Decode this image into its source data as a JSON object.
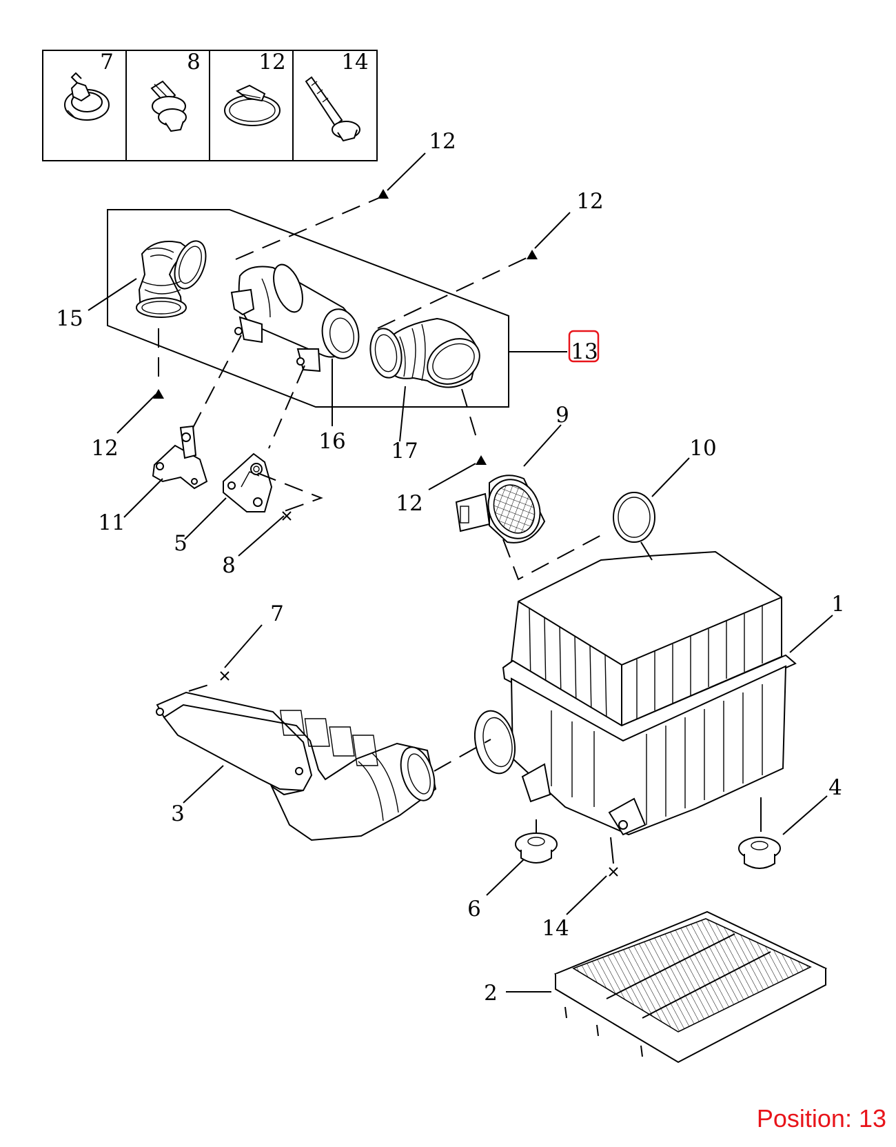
{
  "legend": {
    "items": [
      {
        "number": "7",
        "icon": "push-clip-icon"
      },
      {
        "number": "8",
        "icon": "screw-grommet-icon"
      },
      {
        "number": "12",
        "icon": "hose-clamp-icon"
      },
      {
        "number": "14",
        "icon": "flange-bolt-icon"
      }
    ]
  },
  "callouts": {
    "c1": "1",
    "c2": "2",
    "c3": "3",
    "c4": "4",
    "c5": "5",
    "c6": "6",
    "c7": "7",
    "c8": "8",
    "c9": "9",
    "c10": "10",
    "c11": "11",
    "c12a": "12",
    "c12b": "12",
    "c12c": "12",
    "c12d": "12",
    "c13": "13",
    "c14": "14",
    "c15": "15",
    "c16": "16",
    "c17": "17"
  },
  "position_text": "Position: 13",
  "colors": {
    "highlight": "#e8141a",
    "line": "#000000",
    "background": "#ffffff"
  }
}
